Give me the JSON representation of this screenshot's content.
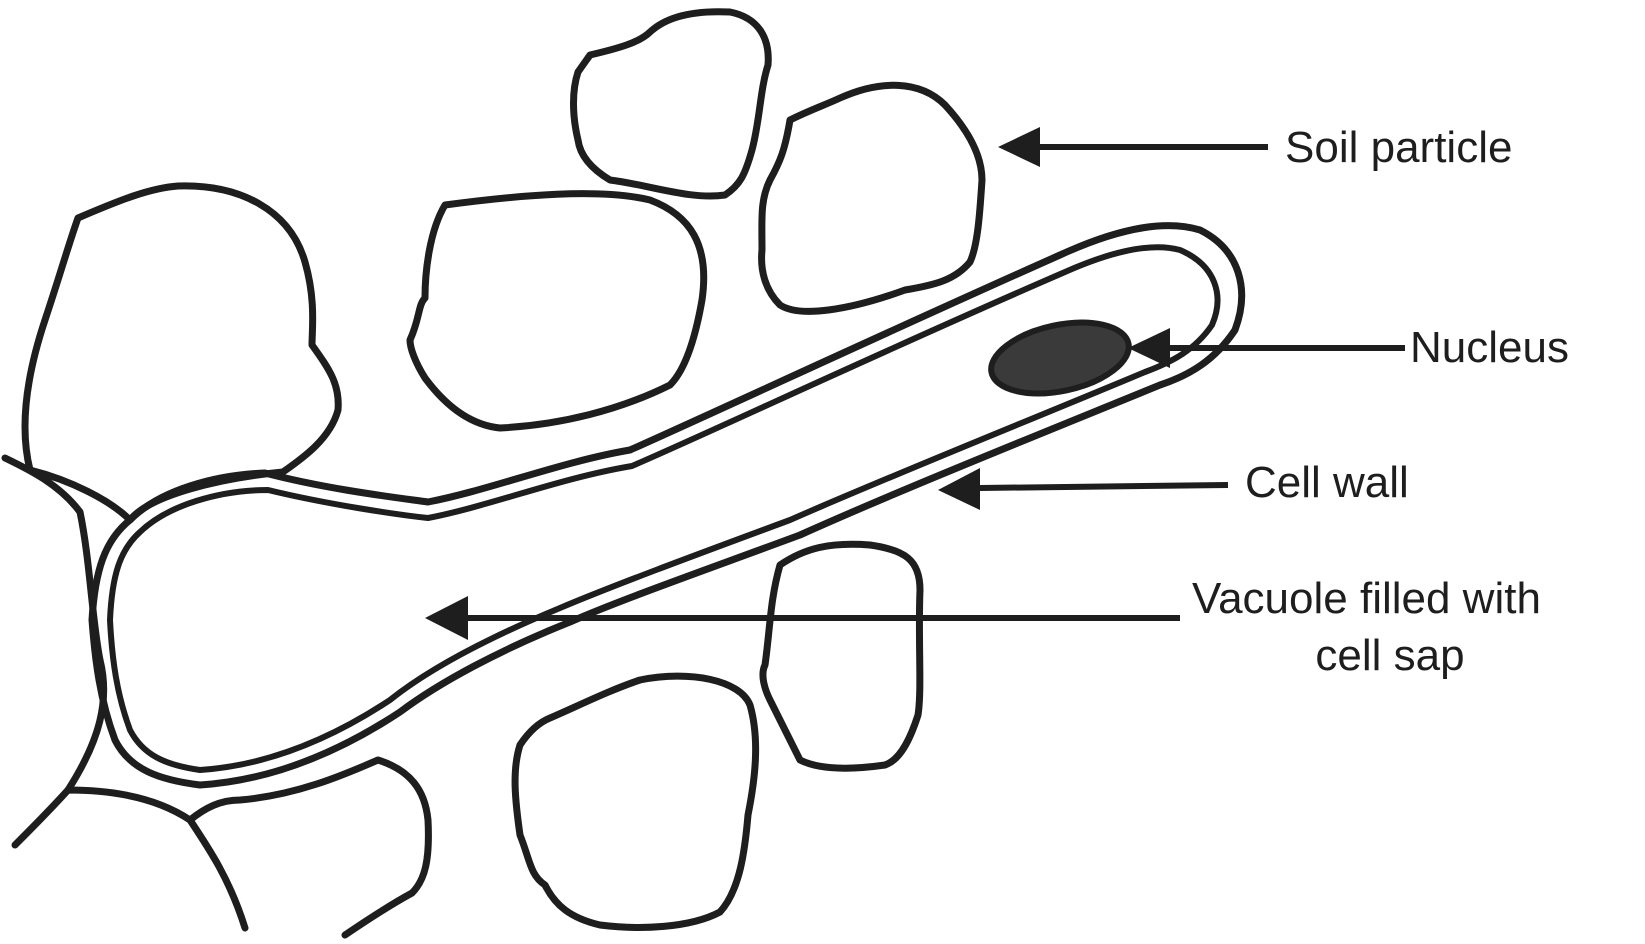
{
  "labels": {
    "soil_particle": "Soil particle",
    "nucleus": "Nucleus",
    "cell_wall": "Cell wall",
    "vacuole_line1": "Vacuole filled with",
    "vacuole_line2": "cell sap"
  },
  "colors": {
    "stroke": "#1e1e1e",
    "nucleus_fill": "#3a3a3a",
    "background": "#ffffff"
  }
}
